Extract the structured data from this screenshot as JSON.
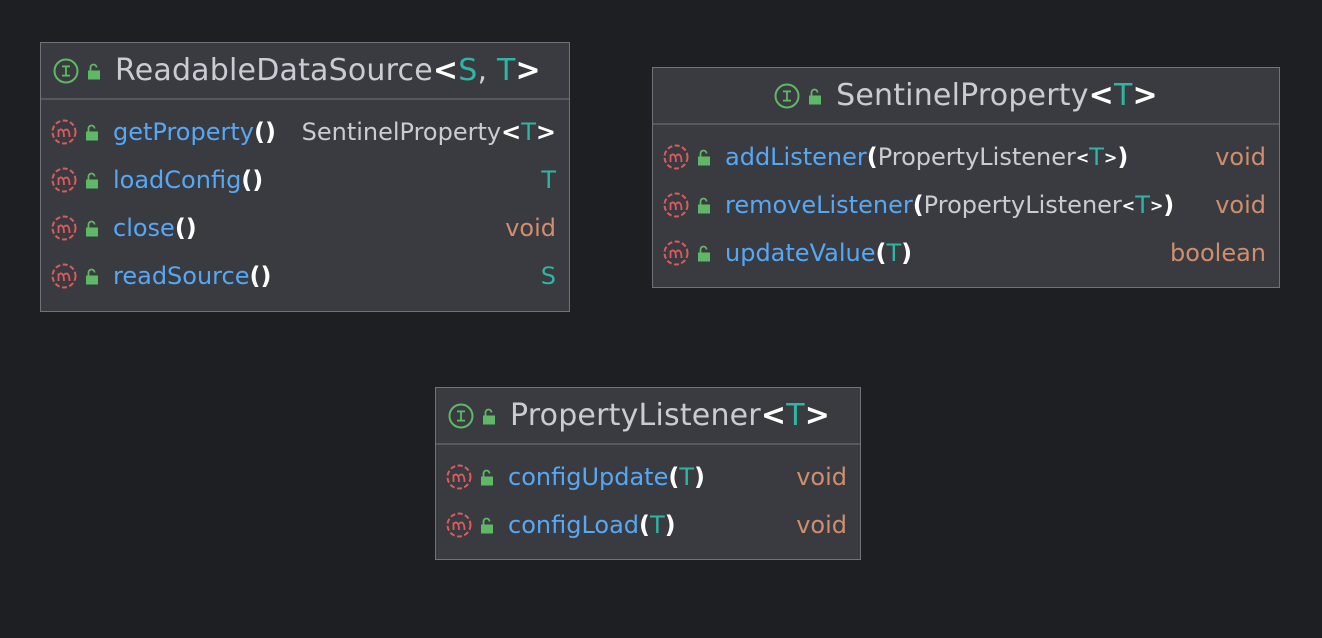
{
  "colors": {
    "background": "#1e1f22",
    "box_fill": "#393b40",
    "method_name": "#56a8f5",
    "type_param": "#2fb5a3",
    "keyword_type": "#cf8e6d",
    "plain_text": "#c9ccd2",
    "interface_icon": "#5fb865",
    "method_icon": "#db5c5c"
  },
  "icons": {
    "interface": "interface-icon",
    "method": "method-icon",
    "visibility": "public-lock-icon"
  },
  "readable": {
    "name": "ReadableDataSource",
    "lt": "<",
    "p1": "S",
    "sep": ", ",
    "p2": "T",
    "gt": ">",
    "methods": [
      {
        "name": "getProperty",
        "open": "(",
        "close": ")",
        "ret_name": "SentinelProperty",
        "ret_lt": "<",
        "ret_tp": "T",
        "ret_gt": ">"
      },
      {
        "name": "loadConfig",
        "open": "(",
        "close": ")",
        "ret": "T"
      },
      {
        "name": "close",
        "open": "(",
        "close": ")",
        "ret": "void"
      },
      {
        "name": "readSource",
        "open": "(",
        "close": ")",
        "ret": "S"
      }
    ]
  },
  "sentinel": {
    "name": "SentinelProperty",
    "lt": "<",
    "p1": "T",
    "gt": ">",
    "methods": [
      {
        "name": "addListener",
        "open": "(",
        "param": "PropertyListener",
        "plt": "<",
        "ptp": "T",
        "pgt": ">",
        "close": ")",
        "ret": "void"
      },
      {
        "name": "removeListener",
        "open": "(",
        "param": "PropertyListener",
        "plt": "<",
        "ptp": "T",
        "pgt": ">",
        "close": ")",
        "ret": "void"
      },
      {
        "name": "updateValue",
        "open": "(",
        "ptp": "T",
        "close": ")",
        "ret": "boolean"
      }
    ]
  },
  "listener": {
    "name": "PropertyListener",
    "lt": "<",
    "p1": "T",
    "gt": ">",
    "methods": [
      {
        "name": "configUpdate",
        "open": "(",
        "ptp": "T",
        "close": ")",
        "ret": "void"
      },
      {
        "name": "configLoad",
        "open": "(",
        "ptp": "T",
        "close": ")",
        "ret": "void"
      }
    ]
  }
}
